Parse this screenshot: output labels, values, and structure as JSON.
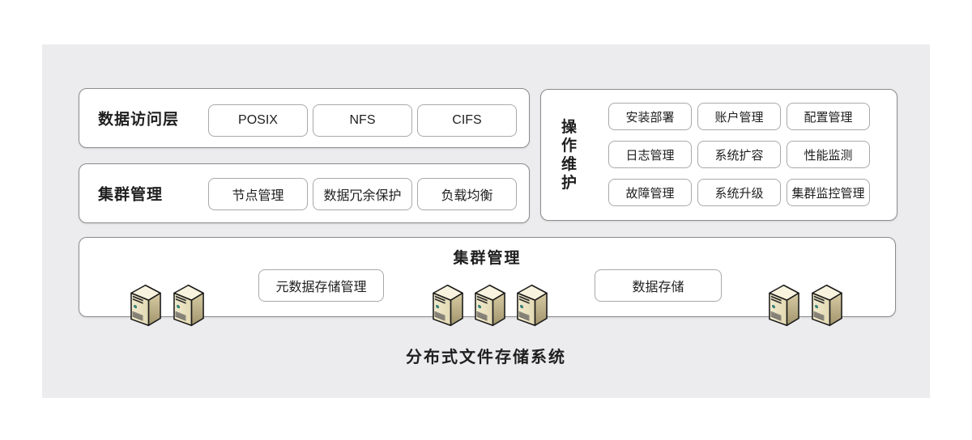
{
  "title": "分布式文件存储系统",
  "panels": {
    "access_layer": {
      "label": "数据访问层",
      "buttons": [
        "POSIX",
        "NFS",
        "CIFS"
      ]
    },
    "cluster_mgmt": {
      "label": "集群管理",
      "buttons": [
        "节点管理",
        "数据冗余保护",
        "负载均衡"
      ]
    },
    "ops": {
      "label": "操作维护",
      "buttons": [
        "安装部署",
        "账户管理",
        "配置管理",
        "日志管理",
        "系统扩容",
        "性能监测",
        "故障管理",
        "系统升级",
        "集群监控管理"
      ]
    },
    "storage": {
      "label": "集群管理",
      "buttons": [
        "元数据存储管理",
        "数据存储"
      ]
    }
  },
  "icons": {
    "server": "server-icon"
  },
  "colors": {
    "page_bg": "#ffffff",
    "panel_bg": "#ececee",
    "box_border": "#8c8c8c",
    "button_border": "#a9a9a9",
    "text": "#1f1f1f",
    "server_body": "#ece3c2",
    "server_led": "#2f8e84"
  }
}
